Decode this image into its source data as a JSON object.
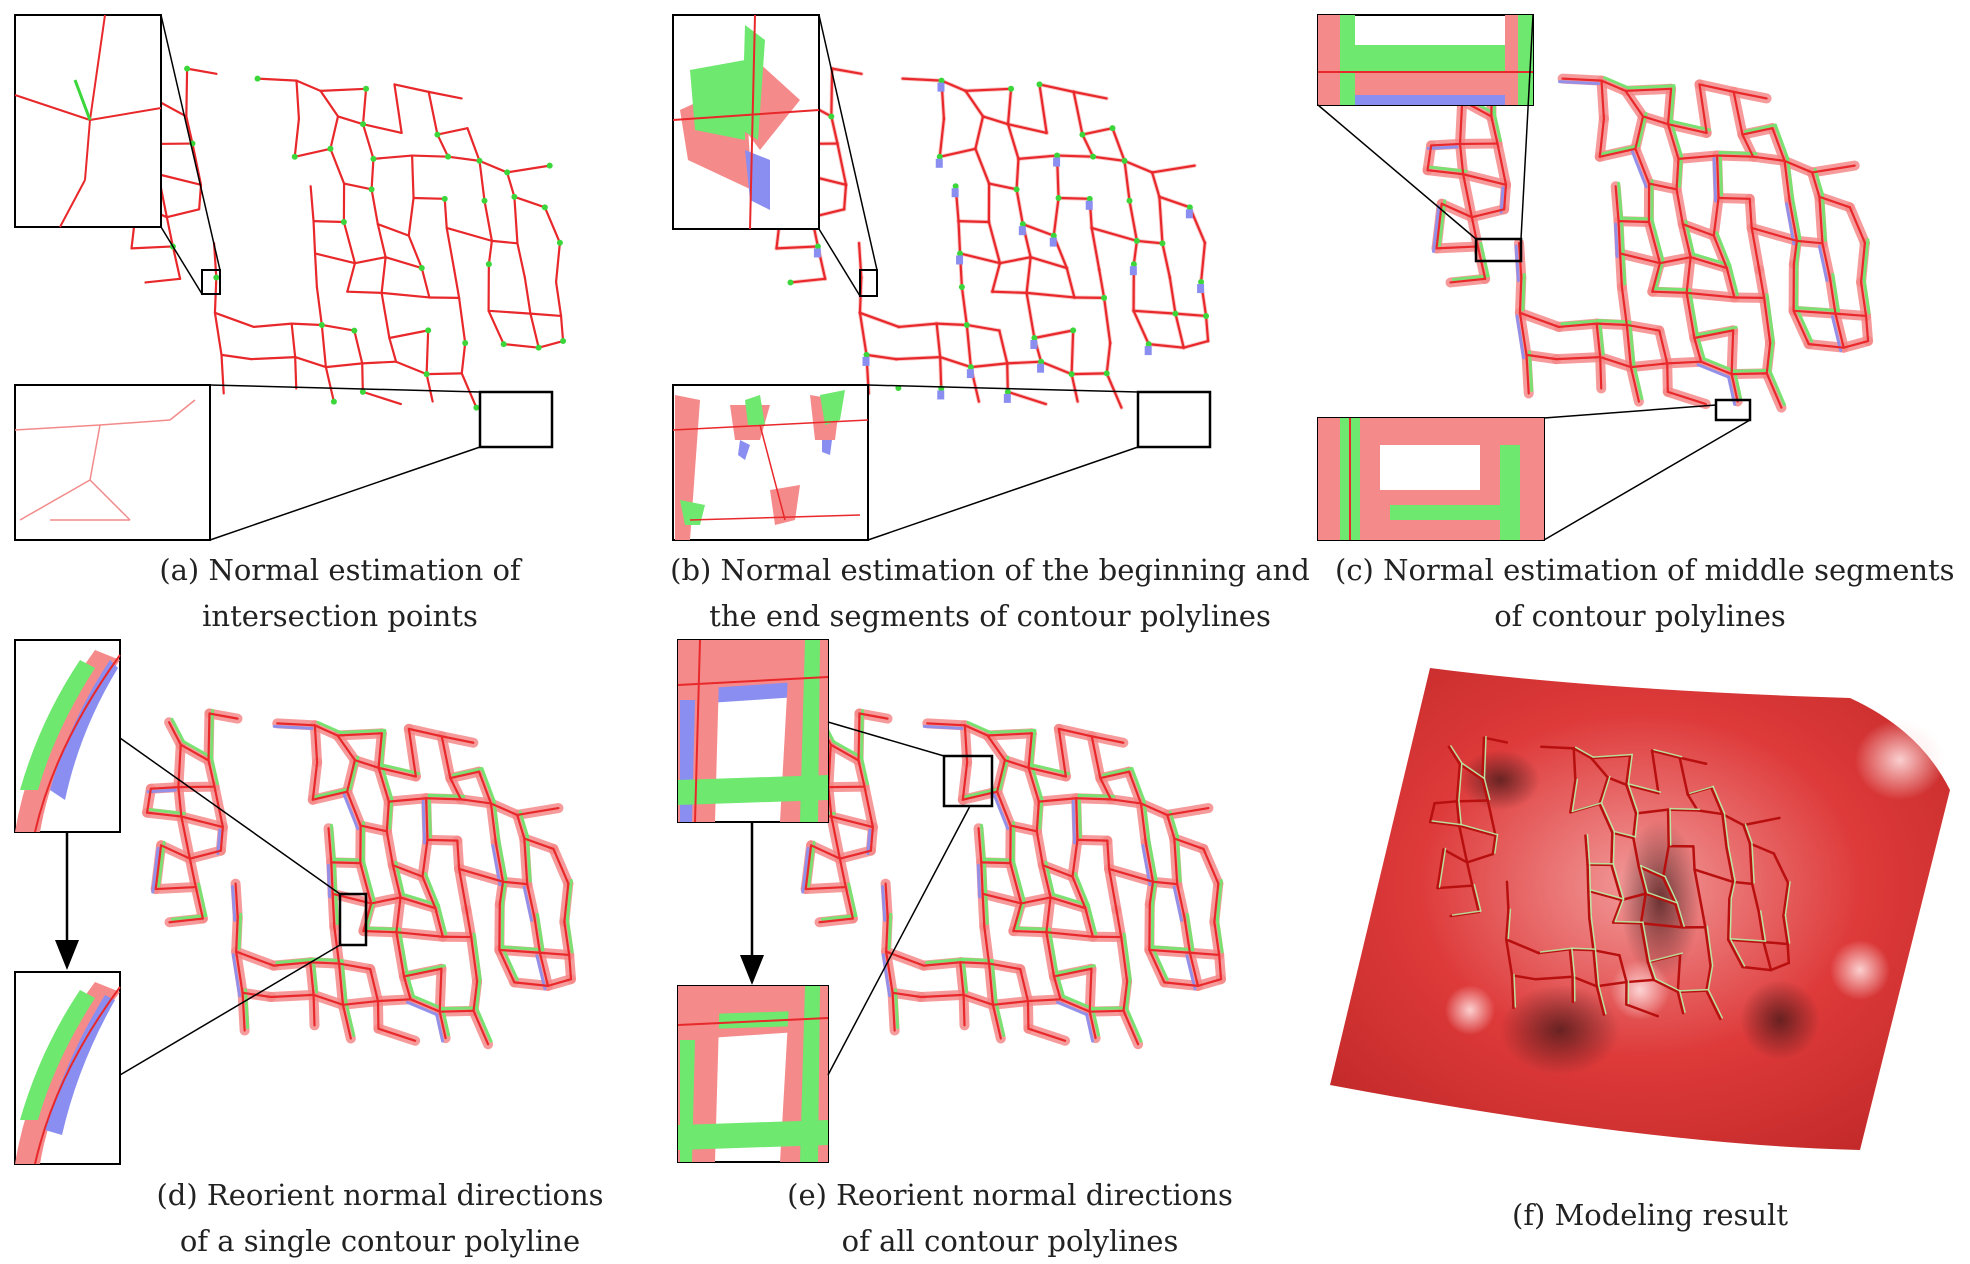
{
  "panels": [
    {
      "id": "a",
      "line1": "(a) Normal estimation of",
      "line2": "intersection points"
    },
    {
      "id": "b",
      "line1": "(b) Normal estimation of the beginning and",
      "line2": "the end segments of contour polylines"
    },
    {
      "id": "c",
      "line1": "(c) Normal estimation of middle segments",
      "line2": "of contour polylines"
    },
    {
      "id": "d",
      "line1": "(d) Reorient normal directions",
      "line2": "of a single contour polyline"
    },
    {
      "id": "e",
      "line1": "(e)  Reorient normal directions",
      "line2": "of all contour polylines"
    },
    {
      "id": "f",
      "line1": "(f) Modeling result",
      "line2": ""
    }
  ],
  "colors": {
    "polyline": "#e8282a",
    "normal_band": "#f58a8a",
    "normal_green": "#6ee86e",
    "normal_blue": "#8a8ef0",
    "surface": "#de3a3a",
    "frame": "#000000"
  }
}
